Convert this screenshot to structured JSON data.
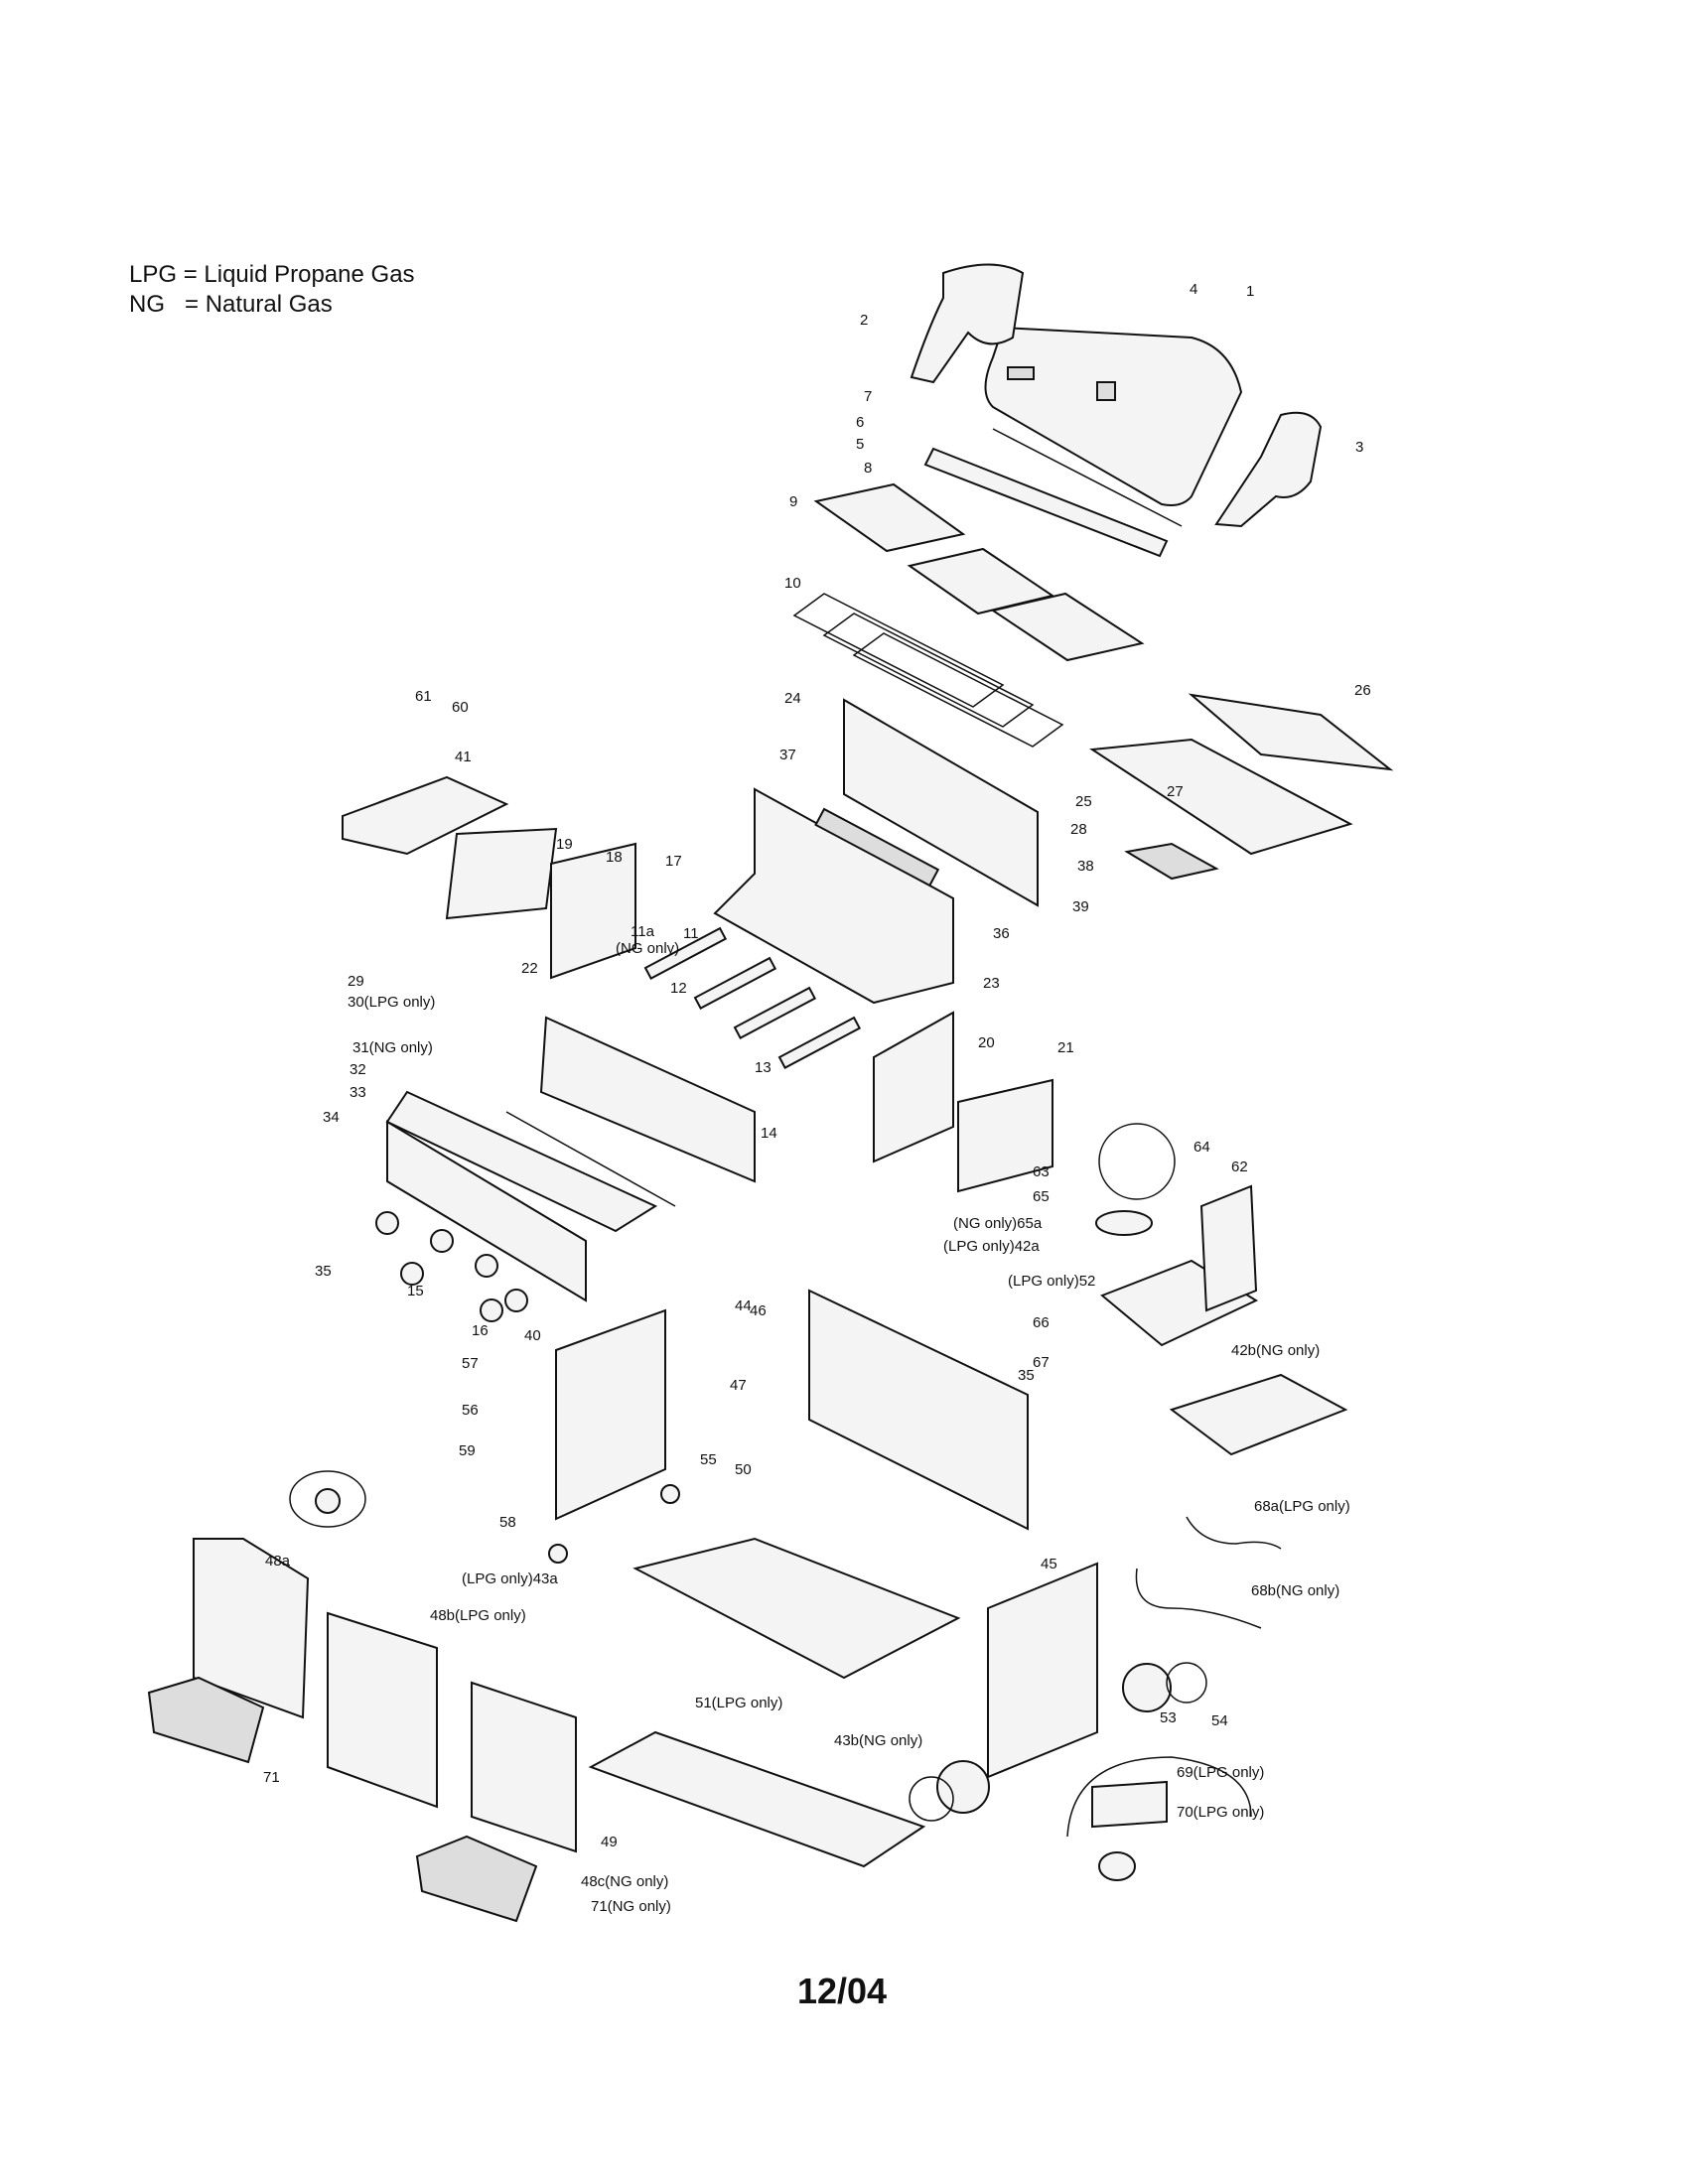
{
  "legend": {
    "lpg_key": "LPG",
    "lpg_eq": "=",
    "lpg_value": "Liquid Propane Gas",
    "ng_key": "NG",
    "ng_eq": "=",
    "ng_value": "Natural Gas"
  },
  "footer": {
    "date": "12/04"
  },
  "callouts": [
    "1",
    "2",
    "3",
    "4",
    "5",
    "6",
    "7",
    "8",
    "9",
    "10",
    "11",
    "11a",
    "(NG only)",
    "12",
    "13",
    "14",
    "15",
    "16",
    "17",
    "18",
    "19",
    "20",
    "21",
    "22",
    "23",
    "24",
    "25",
    "26",
    "27",
    "28",
    "29",
    "30(LPG only)",
    "31(NG only)",
    "32",
    "33",
    "34",
    "35",
    "35",
    "36",
    "37",
    "38",
    "39",
    "40",
    "41",
    "42b(NG only)",
    "(LPG only)42a",
    "(NG only)65a",
    "(LPG only)52",
    "(LPG only)43a",
    "43b(NG only)",
    "44",
    "45",
    "46",
    "47",
    "48a",
    "48b(LPG only)",
    "48c(NG only)",
    "49",
    "50",
    "51(LPG only)",
    "53",
    "54",
    "55",
    "56",
    "57",
    "58",
    "59",
    "60",
    "61",
    "62",
    "63",
    "64",
    "65",
    "66",
    "67",
    "68a(LPG only)",
    "68b(NG   only)",
    "69(LPG only)",
    "70(LPG only)",
    "71",
    "71(NG only)"
  ]
}
